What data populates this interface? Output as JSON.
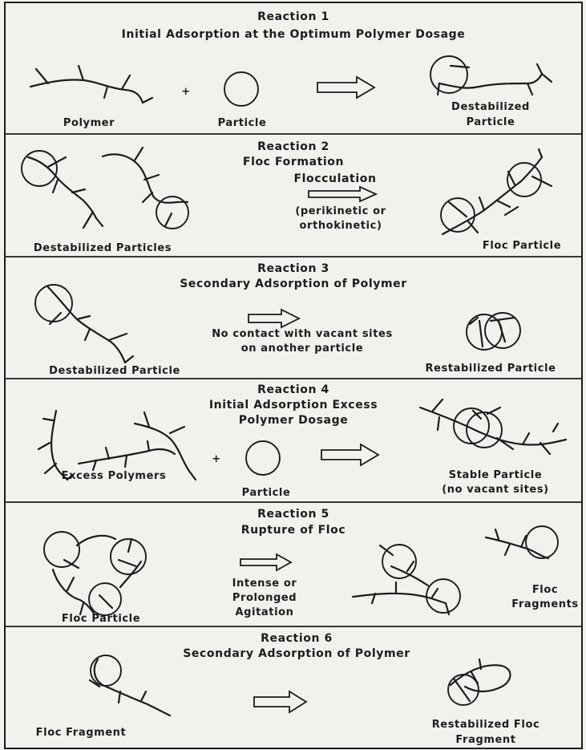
{
  "reactions": [
    {
      "title": "Reaction 1",
      "subtitle": "Initial Adsorption at the Optimum Polymer Dosage",
      "labels": {
        "polymer": "Polymer",
        "plus": "+",
        "particle": "Particle",
        "product_line1": "Destabilized",
        "product_line2": "Particle"
      }
    },
    {
      "title": "Reaction 2",
      "subtitle": "Floc Formation",
      "labels": {
        "reactant": "Destabilized Particles",
        "arrow_label": "Flocculation",
        "condition_line1": "(perikinetic or",
        "condition_line2": "orthokinetic)",
        "product": "Floc Particle"
      }
    },
    {
      "title": "Reaction 3",
      "subtitle": "Secondary Adsorption of Polymer",
      "labels": {
        "reactant": "Destabilized Particle",
        "condition_line1": "No contact with vacant sites",
        "condition_line2": "on another particle",
        "product": "Restabilized Particle"
      }
    },
    {
      "title": "Reaction 4",
      "subtitle_line1": "Initial Adsorption Excess",
      "subtitle_line2": "Polymer Dosage",
      "labels": {
        "reactant": "Excess Polymers",
        "plus": "+",
        "particle": "Particle",
        "product_line1": "Stable Particle",
        "product_line2": "(no vacant sites)"
      }
    },
    {
      "title": "Reaction 5",
      "subtitle": "Rupture of Floc",
      "labels": {
        "reactant": "Floc Particle",
        "condition_line1": "Intense or",
        "condition_line2": "Prolonged",
        "condition_line3": "Agitation",
        "product_line1": "Floc",
        "product_line2": "Fragments"
      }
    },
    {
      "title": "Reaction 6",
      "subtitle": "Secondary Adsorption of Polymer",
      "labels": {
        "reactant": "Floc Fragment",
        "product_line1": "Restabilized Floc",
        "product_line2": "Fragment"
      }
    }
  ]
}
